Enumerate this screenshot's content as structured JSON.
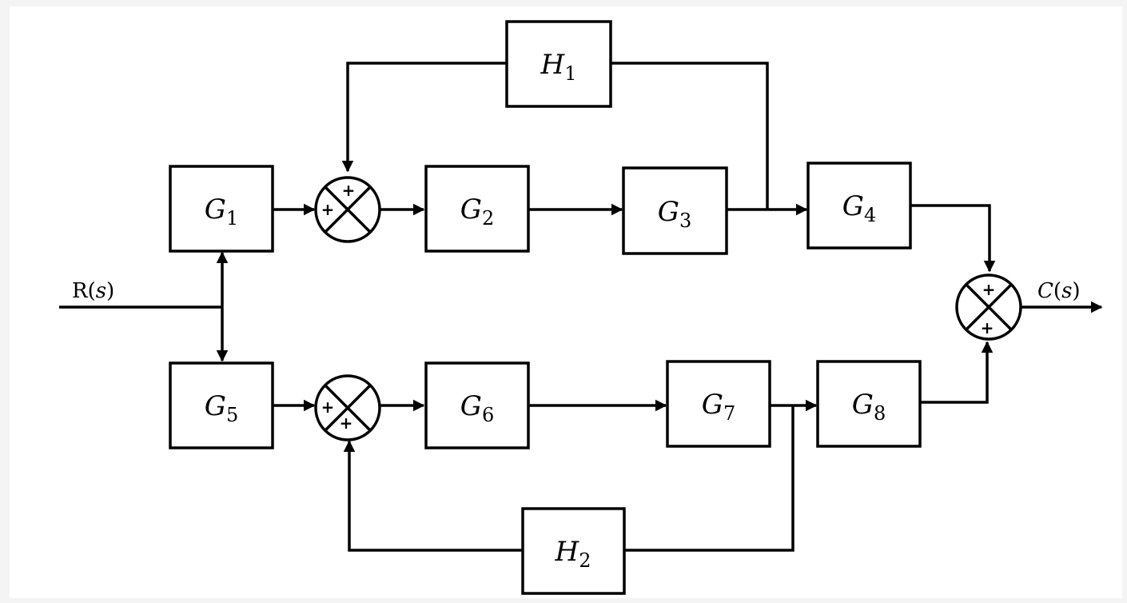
{
  "diagram": {
    "input_signal": {
      "prefix": "R(",
      "var": "s",
      "suffix": ")"
    },
    "output_signal": {
      "prefix": "",
      "var": "C",
      "paren": "(",
      "var2": "s",
      "suffix": ")"
    },
    "blocks": {
      "G1": {
        "letter": "G",
        "sub": "1"
      },
      "G2": {
        "letter": "G",
        "sub": "2"
      },
      "G3": {
        "letter": "G",
        "sub": "3"
      },
      "G4": {
        "letter": "G",
        "sub": "4"
      },
      "G5": {
        "letter": "G",
        "sub": "5"
      },
      "G6": {
        "letter": "G",
        "sub": "6"
      },
      "G7": {
        "letter": "G",
        "sub": "7"
      },
      "G8": {
        "letter": "G",
        "sub": "8"
      },
      "H1": {
        "letter": "H",
        "sub": "1"
      },
      "H2": {
        "letter": "H",
        "sub": "2"
      }
    },
    "summing_junctions": {
      "top": {
        "sign_top": "+",
        "sign_left": "+"
      },
      "bottom": {
        "sign_left": "+",
        "sign_bottom": "+"
      },
      "output": {
        "sign_top": "+",
        "sign_bottom": "+"
      }
    },
    "colors": {
      "stroke": "#000000",
      "background": "#f4f4f4",
      "block_fill": "#ffffff"
    }
  }
}
